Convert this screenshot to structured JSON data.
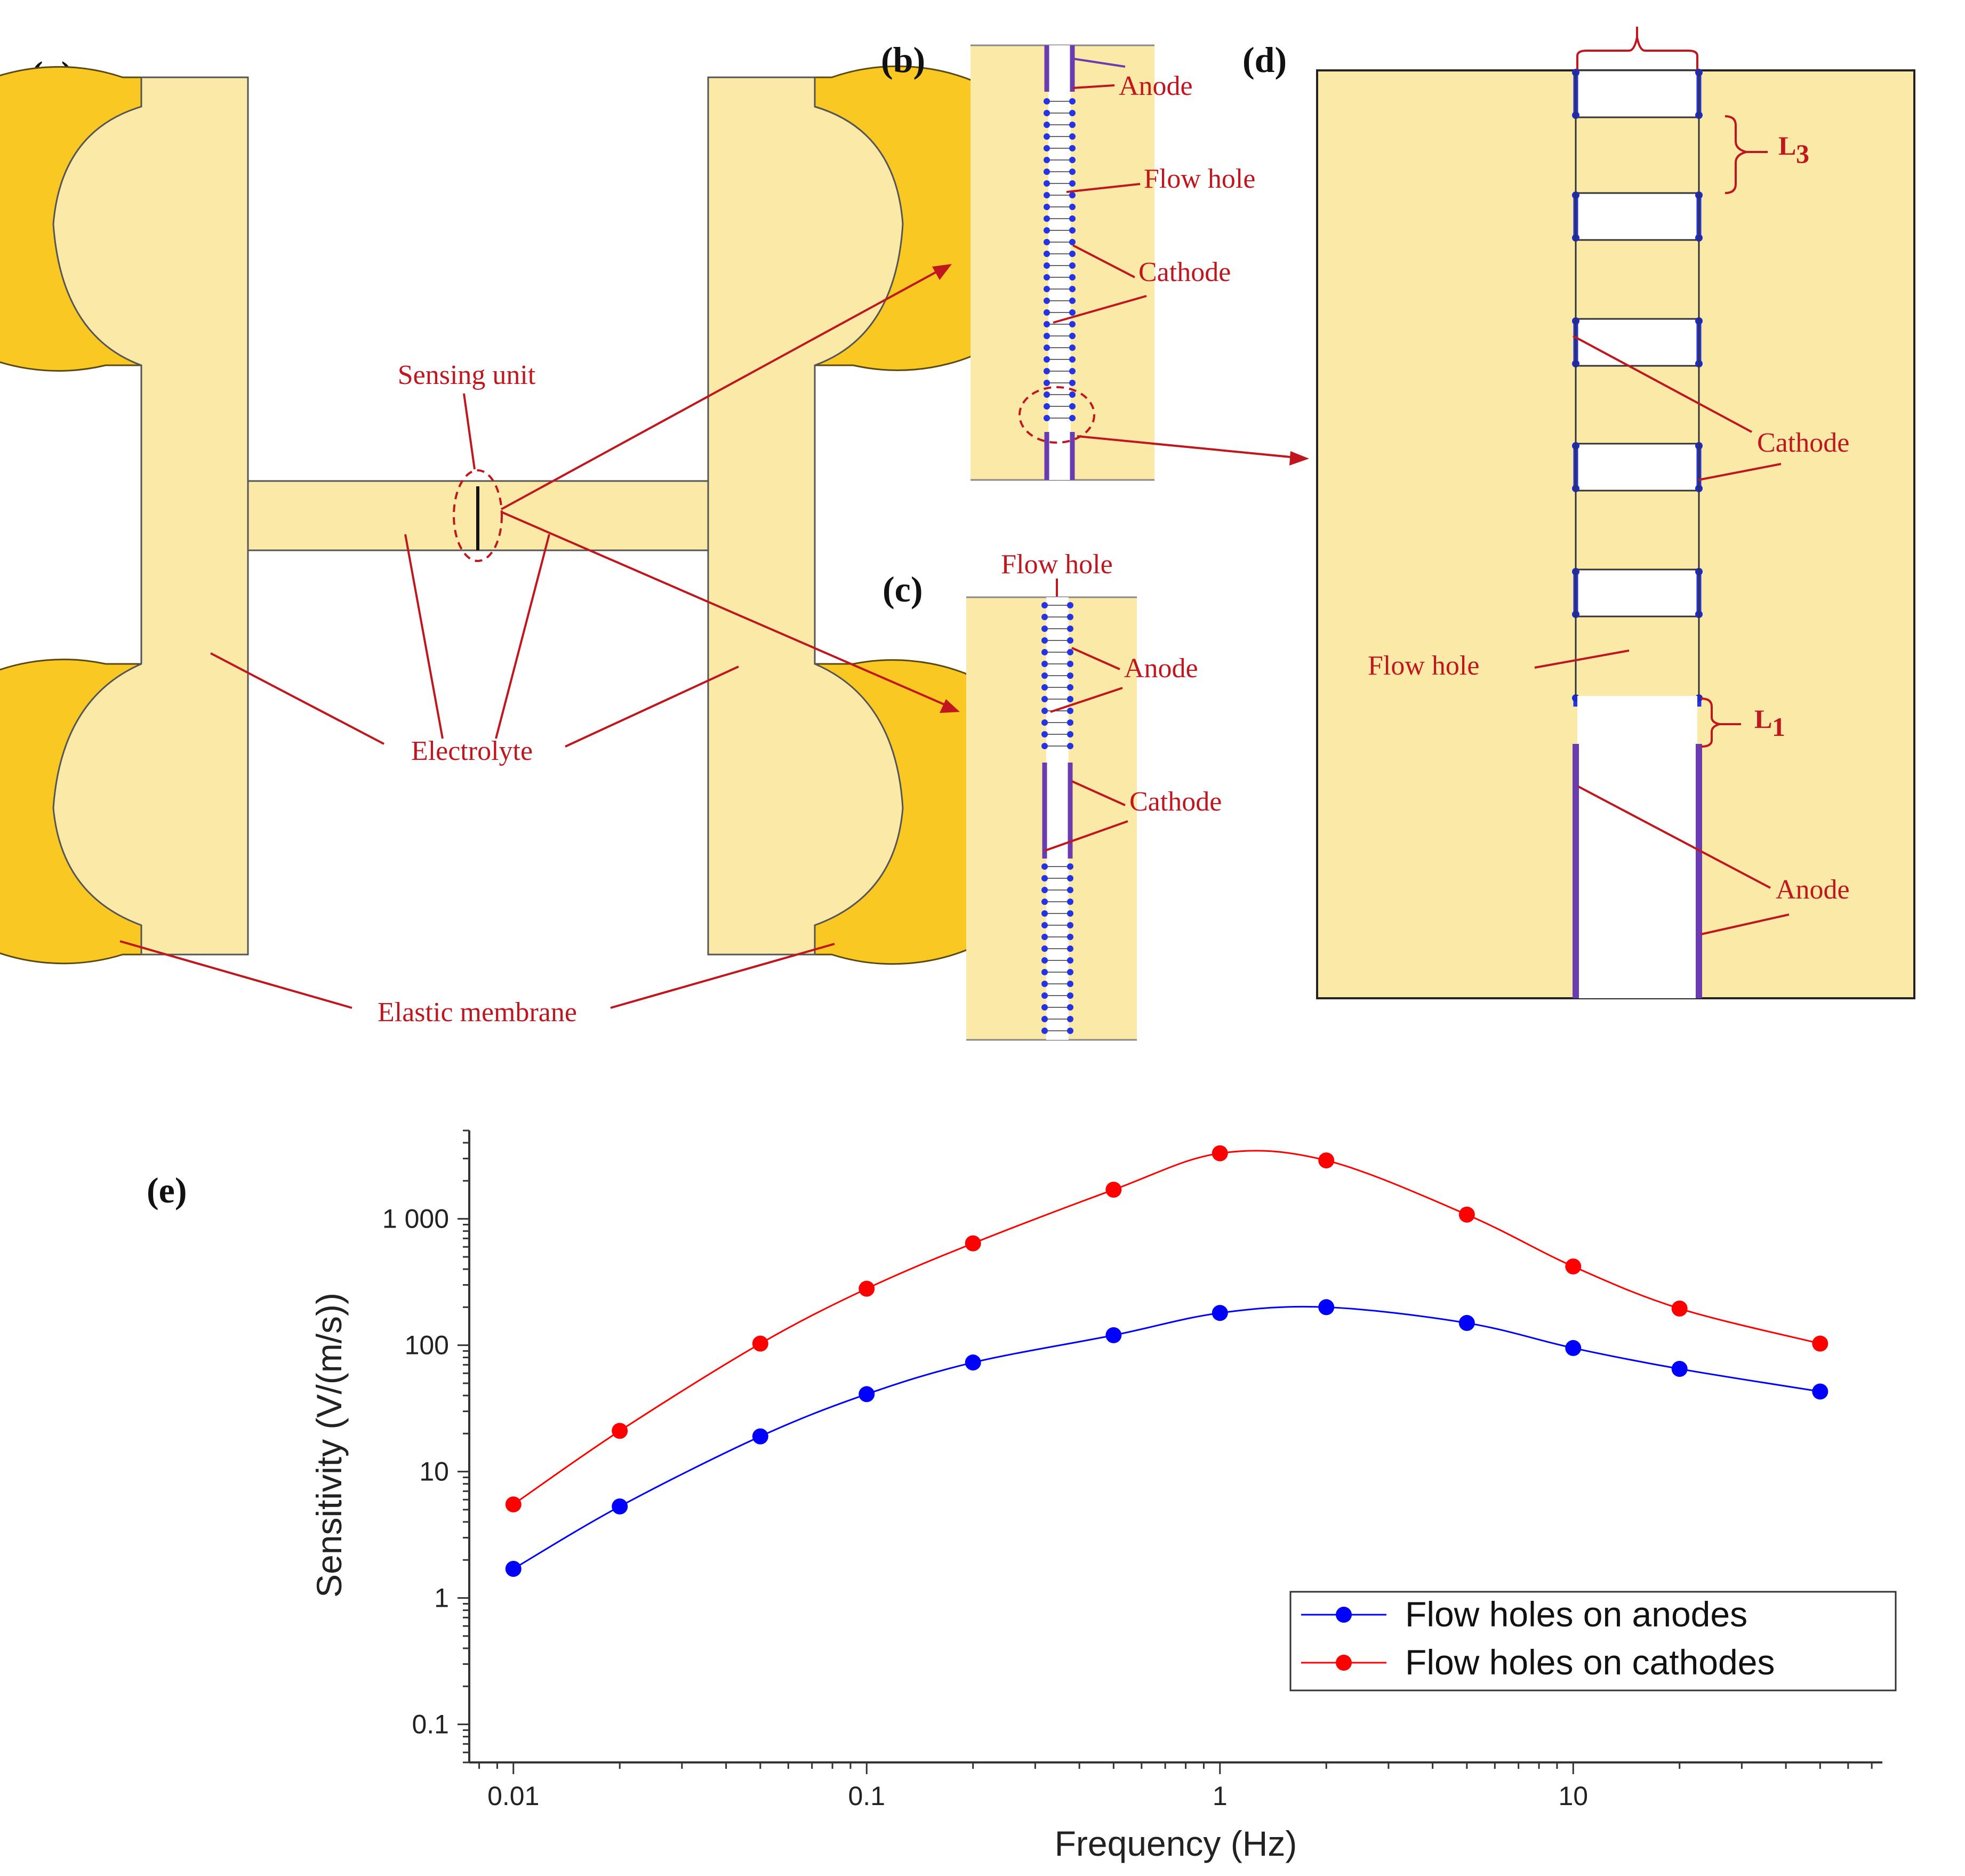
{
  "colors": {
    "electrolyte": "#fbe9a8",
    "membrane": "#f9c823",
    "red_line": "#c0161e",
    "anode": "#6a3cb0",
    "cathode": "#2433e6",
    "series_anodes": "#0000ff",
    "series_cathodes": "#ff0000"
  },
  "panels": {
    "a": {
      "label": "(a)",
      "sensing_unit": "Sensing unit",
      "electrolyte": "Electrolyte",
      "elastic_membrane": "Elastic membrane"
    },
    "b": {
      "label": "(b)",
      "anode": "Anode",
      "flow_hole": "Flow hole",
      "cathode": "Cathode"
    },
    "c": {
      "label": "(c)",
      "flow_hole": "Flow hole",
      "anode": "Anode",
      "cathode": "Cathode"
    },
    "d": {
      "label": "(d)",
      "l3": "L",
      "l3_sub": "3",
      "l1": "L",
      "l1_sub": "1",
      "cathode": "Cathode",
      "flow_hole": "Flow hole",
      "anode": "Anode"
    },
    "e": {
      "label": "(e)"
    }
  },
  "chart_data": {
    "type": "line",
    "xlabel": "Frequency (Hz)",
    "ylabel": "Sensitivity (V/(m/s))",
    "x_scale": "log",
    "y_scale": "log",
    "xlim": [
      0.0075,
      75
    ],
    "ylim": [
      0.05,
      5000
    ],
    "x_ticks": [
      {
        "value": 0.01,
        "label": "0.01"
      },
      {
        "value": 0.1,
        "label": "0.1"
      },
      {
        "value": 1,
        "label": "1"
      },
      {
        "value": 10,
        "label": "10"
      }
    ],
    "y_ticks": [
      {
        "value": 0.1,
        "label": "0.1"
      },
      {
        "value": 1,
        "label": "1"
      },
      {
        "value": 10,
        "label": "10"
      },
      {
        "value": 100,
        "label": "100"
      },
      {
        "value": 1000,
        "label": "1 000"
      }
    ],
    "grid": false,
    "legend_position": "bottom-right",
    "x": [
      0.01,
      0.02,
      0.05,
      0.1,
      0.2,
      0.5,
      1,
      2,
      5,
      10,
      20,
      50
    ],
    "series": [
      {
        "name": "Flow holes on anodes",
        "color": "#0000ff",
        "values": [
          1.7,
          5.3,
          19,
          41,
          73,
          120,
          180,
          200,
          150,
          95,
          65,
          43
        ]
      },
      {
        "name": "Flow holes on cathodes",
        "color": "#ff0000",
        "values": [
          5.5,
          21,
          103,
          280,
          640,
          1700,
          3300,
          2900,
          1080,
          420,
          195,
          103
        ]
      }
    ]
  }
}
